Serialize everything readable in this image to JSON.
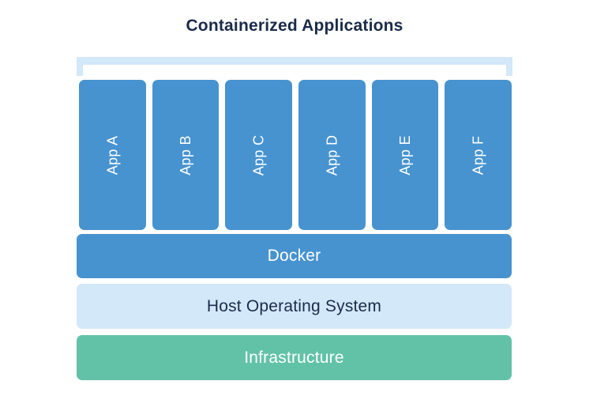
{
  "title": "Containerized Applications",
  "apps": [
    "App A",
    "App B",
    "App C",
    "App D",
    "App E",
    "App F"
  ],
  "layers": {
    "docker": {
      "label": "Docker"
    },
    "host_os": {
      "label": "Host Operating System"
    },
    "infrastructure": {
      "label": "Infrastructure"
    }
  },
  "colors": {
    "blue": "#4793cf",
    "light_blue": "#d3e8f9",
    "green": "#62c2a8",
    "dark_text": "#1a2b49",
    "white_text": "#ffffff"
  }
}
